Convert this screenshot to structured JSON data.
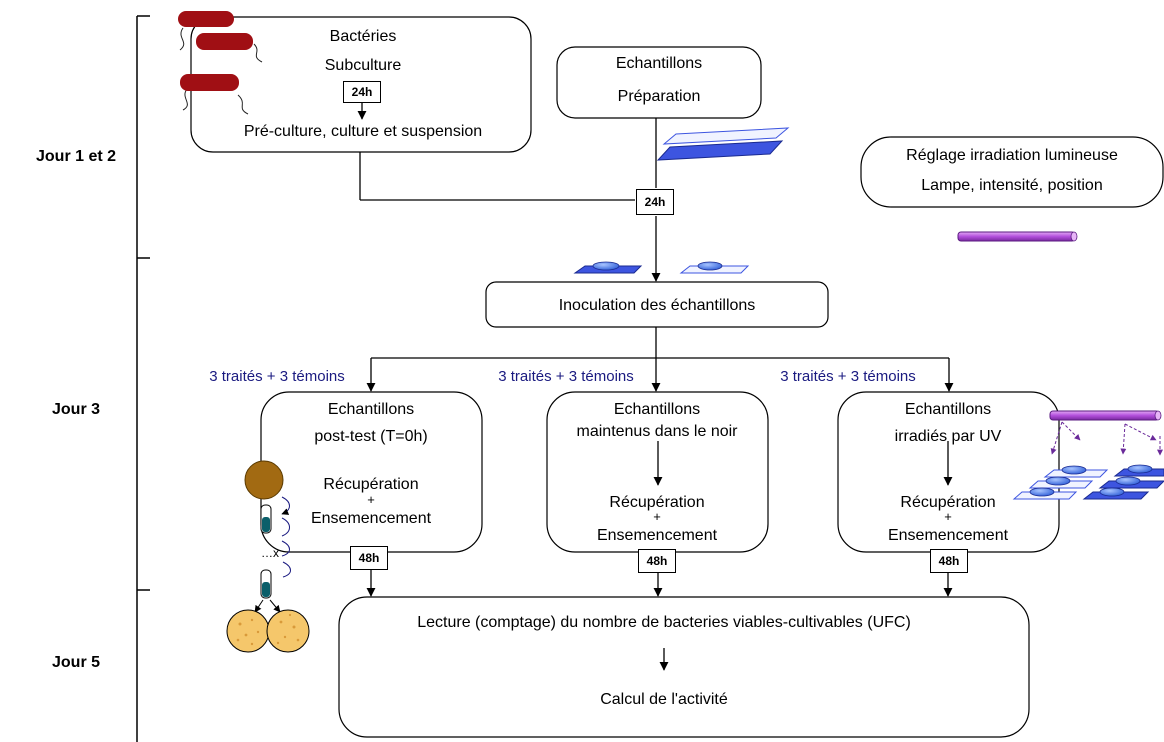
{
  "days": {
    "d1": "Jour 1 et 2",
    "d3": "Jour 3",
    "d5": "Jour 5"
  },
  "boxes": {
    "bacteria": {
      "title": "Bactéries",
      "step1": "Subculture",
      "step2": "Pré-culture, culture et suspension"
    },
    "samples": {
      "title": "Echantillons",
      "step": "Préparation"
    },
    "light": {
      "title": "Réglage irradiation lumineuse",
      "step": "Lampe, intensité, position"
    },
    "inoculation": {
      "title": "Inoculation des échantillons"
    },
    "posttest": {
      "line1": "Echantillons",
      "line2": "post-test (T=0h)",
      "action": "Récupération",
      "plus": "+",
      "action2": "Ensemencement"
    },
    "dark": {
      "line1": "Echantillons",
      "line2": "maintenus dans le noir",
      "action": "Récupération",
      "plus": "+",
      "action2": "Ensemencement"
    },
    "uv": {
      "line1": "Echantillons",
      "line2": "irradiés par UV",
      "action": "Récupération",
      "plus": "+",
      "action2": "Ensemencement"
    },
    "reading": {
      "line1": "Lecture (comptage) du nombre de bacteries viables-cultivables (UFC)",
      "line2": "Calcul de l'activité"
    }
  },
  "timers": {
    "t24a": "24h",
    "t24b": "24h",
    "t48a": "48h",
    "t48b": "48h",
    "t48c": "48h"
  },
  "branches": {
    "left": "3 traités + 3 témoins",
    "mid": "3 traités + 3 témoins",
    "right": "3 traités + 3 témoins"
  },
  "dilution": "…x",
  "colors": {
    "bacteria": "#a00f14",
    "sample_blue": "#3d55e0",
    "lamp": "#b24fdc",
    "branch_text": "#1a1a80",
    "colony": "#f5c76b",
    "tube": "#0b5f6a"
  }
}
